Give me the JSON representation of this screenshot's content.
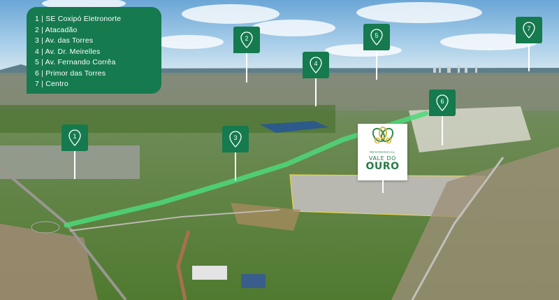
{
  "legend": {
    "items": [
      "1 | SE Coxipó Eletronorte",
      "2 | Atacadão",
      "3 | Av. das Torres",
      "4 | Av. Dr. Meirelles",
      "5 | Av. Fernando Corrêa",
      "6 | Primor das Torres",
      "7 | Centro"
    ]
  },
  "markers": [
    "1",
    "2",
    "3",
    "4",
    "5",
    "6",
    "7"
  ],
  "logo": {
    "small": "RESIDENCIAL",
    "line1": "VALE DO",
    "line2": "OURO"
  },
  "colors": {
    "brand_green": "#157a4e",
    "route_green": "#4cd97a",
    "sky": "#9cc8e8"
  }
}
